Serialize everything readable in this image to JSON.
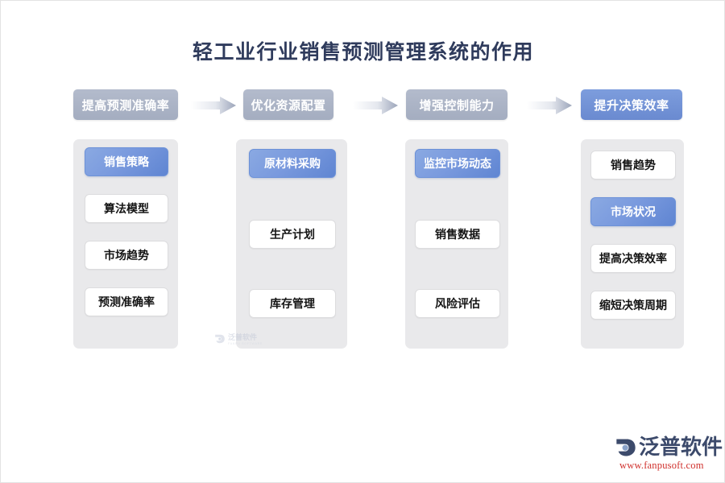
{
  "page": {
    "title": "轻工业行业销售预测管理系统的作用",
    "background_color": "#ffffff",
    "accent_blue": "#6a8ad0",
    "header_gray": "#a4adc0",
    "panel_gray": "#e9e9eb"
  },
  "flow": {
    "arrow_icon_name": "right-arrow-icon",
    "stages": [
      {
        "label": "提高预测准确率",
        "style": "gray"
      },
      {
        "label": "优化资源配置",
        "style": "gray"
      },
      {
        "label": "增强控制能力",
        "style": "gray"
      },
      {
        "label": "提升决策效率",
        "style": "blue"
      }
    ]
  },
  "columns": [
    {
      "stage": "提高预测准确率",
      "items": [
        {
          "label": "销售策略",
          "state": "active"
        },
        {
          "label": "算法模型",
          "state": "plain"
        },
        {
          "label": "市场趋势",
          "state": "plain"
        },
        {
          "label": "预测准确率",
          "state": "plain"
        }
      ]
    },
    {
      "stage": "优化资源配置",
      "items": [
        {
          "label": "原材料采购",
          "state": "active"
        },
        {
          "label": "生产计划",
          "state": "plain"
        },
        {
          "label": "库存管理",
          "state": "plain"
        }
      ]
    },
    {
      "stage": "增强控制能力",
      "items": [
        {
          "label": "监控市场动态",
          "state": "active"
        },
        {
          "label": "销售数据",
          "state": "plain"
        },
        {
          "label": "风险评估",
          "state": "plain"
        }
      ]
    },
    {
      "stage": "提升决策效率",
      "items": [
        {
          "label": "销售趋势",
          "state": "plain"
        },
        {
          "label": "市场状况",
          "state": "active"
        },
        {
          "label": "提高决策效率",
          "state": "plain"
        },
        {
          "label": "缩短决策周期",
          "state": "plain"
        }
      ]
    }
  ],
  "watermark": {
    "name_cn": "泛普软件",
    "name_en": "FANPU SOFTWARE",
    "mark_icon_name": "fanpu-mark-icon"
  },
  "brand": {
    "name_cn": "泛普软件",
    "url": "www.fanpusoft.com",
    "mark_icon_name": "fanpu-mark-icon"
  }
}
